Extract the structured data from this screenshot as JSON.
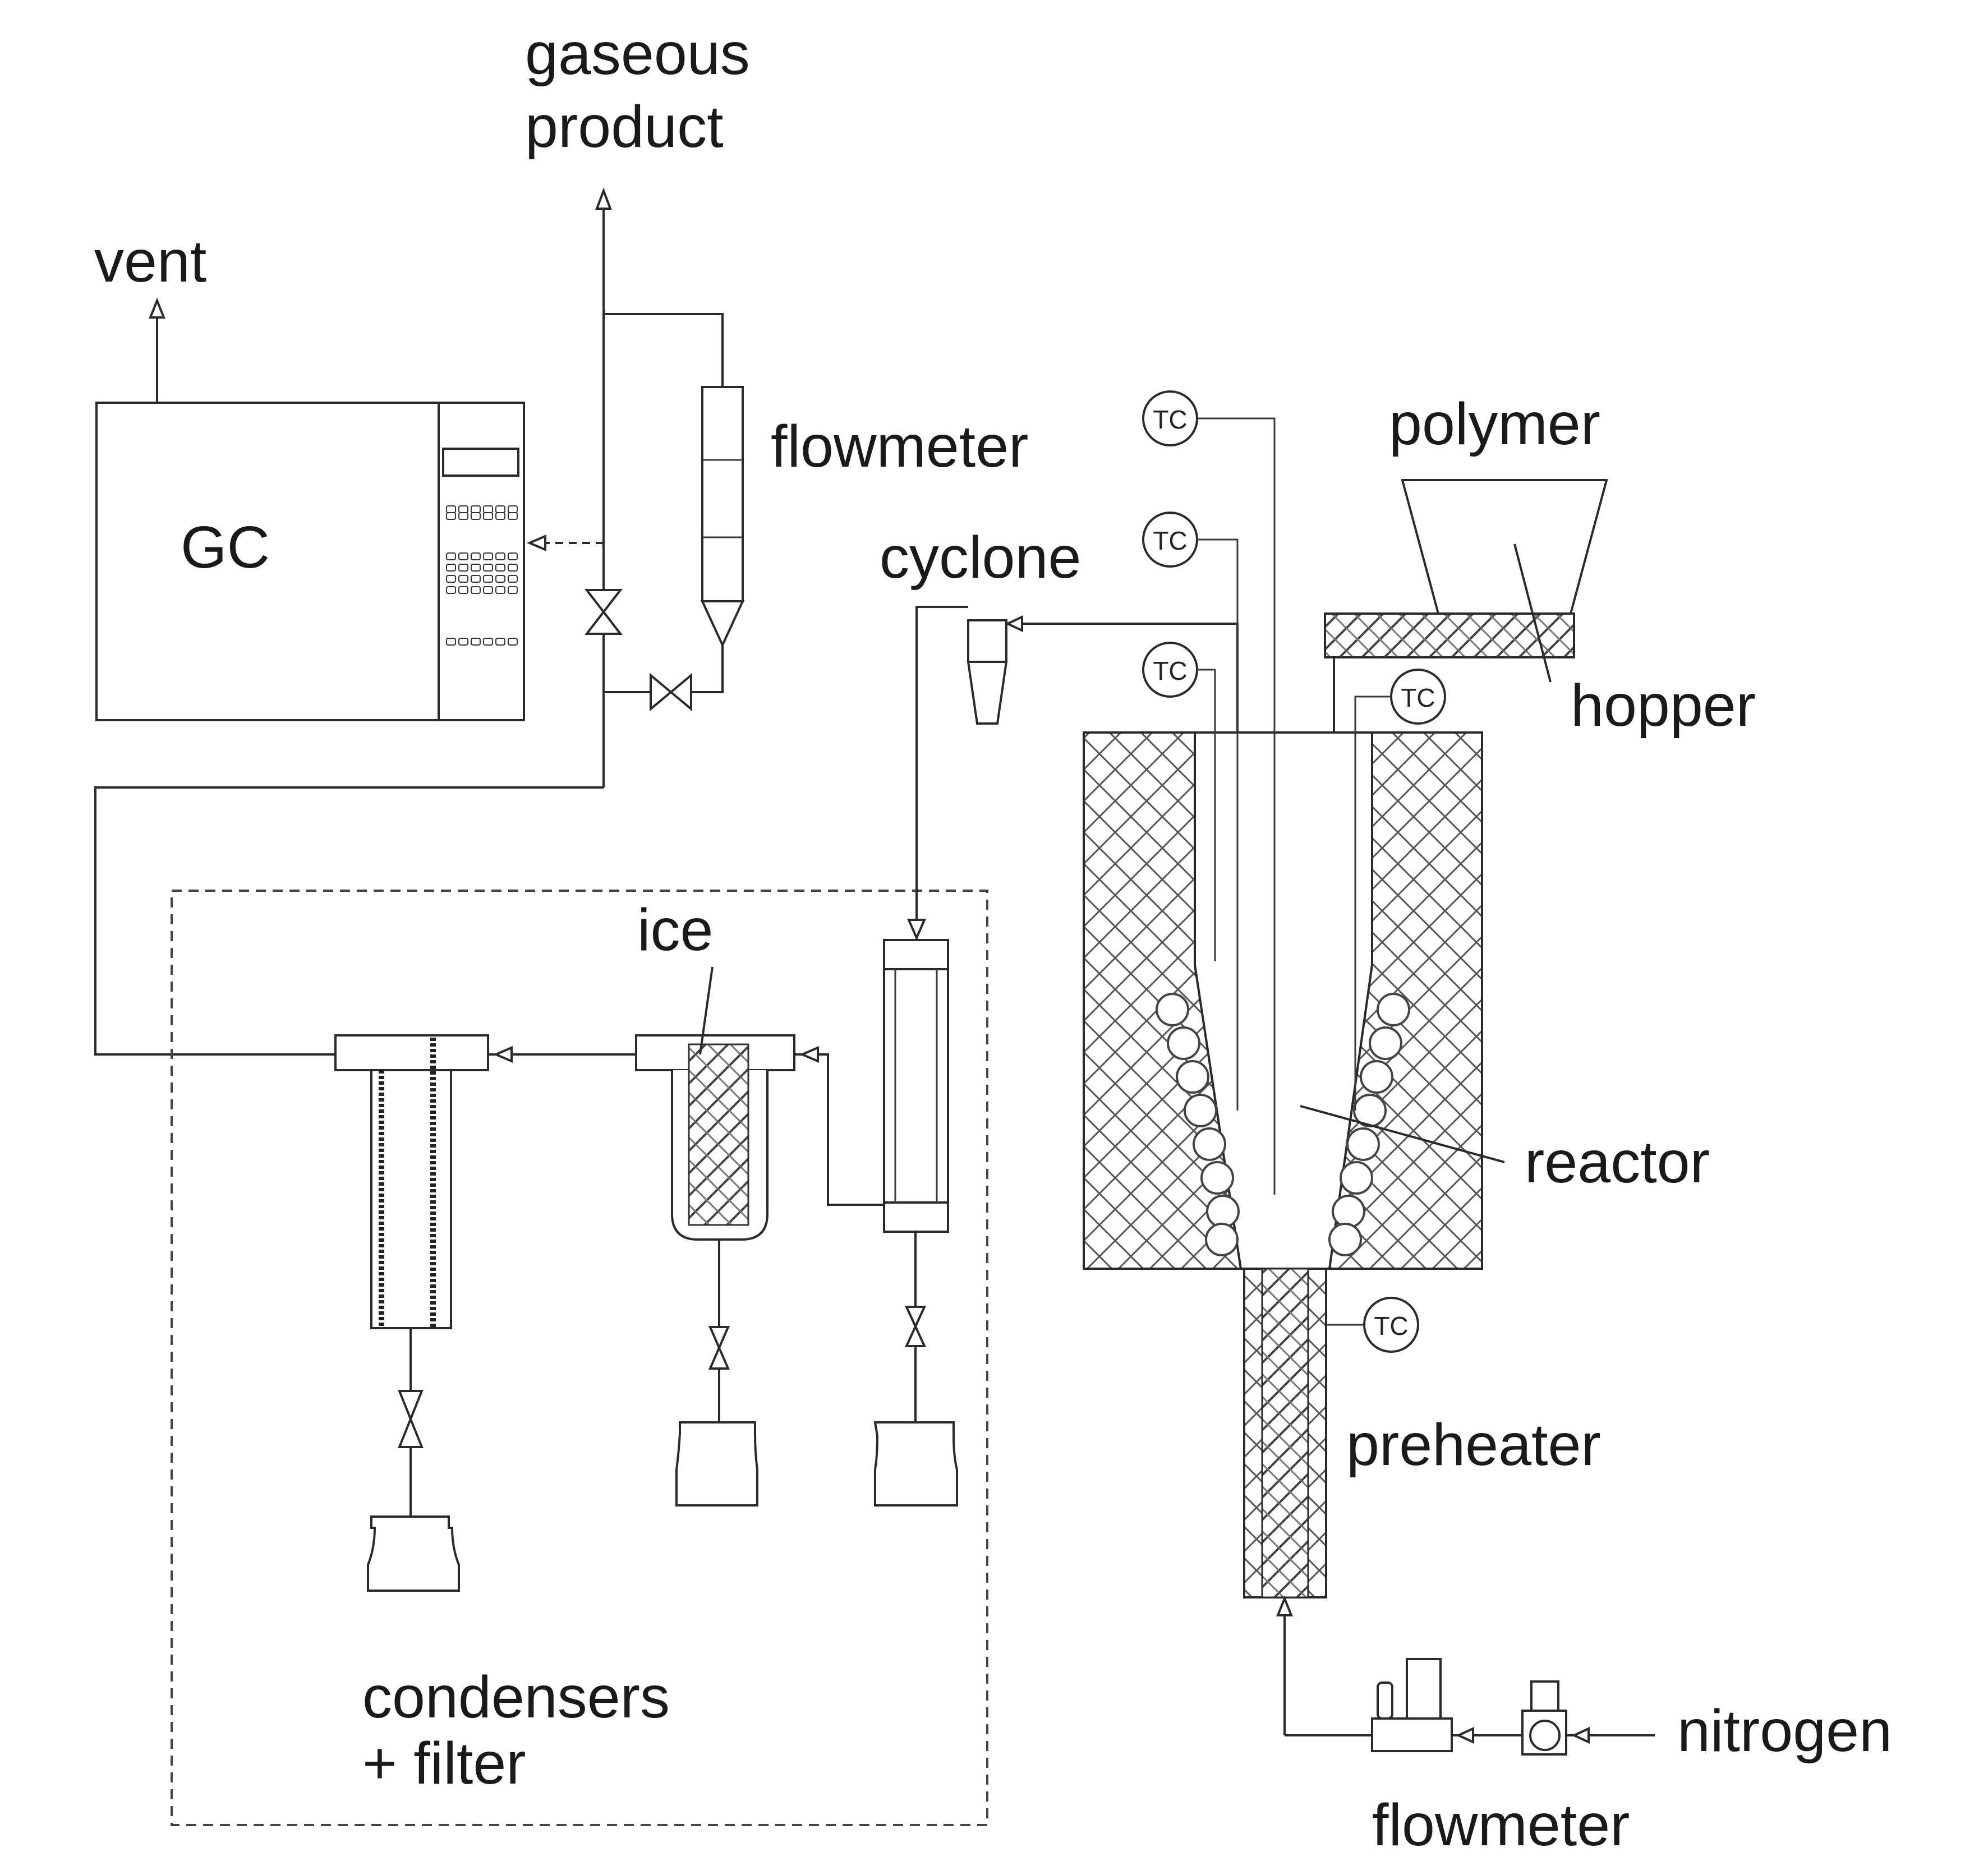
{
  "labels": {
    "gaseous_product_line1": "gaseous",
    "gaseous_product_line2": "product",
    "vent": "vent",
    "gc": "GC",
    "flowmeter_top": "flowmeter",
    "cyclone": "cyclone",
    "polymer": "polymer",
    "hopper": "hopper",
    "ice": "ice",
    "reactor": "reactor",
    "preheater": "preheater",
    "condensers_line1": "condensers",
    "condensers_line2": "+ filter",
    "nitrogen": "nitrogen",
    "flowmeter_bottom": "flowmeter",
    "thermocouple": "TC"
  }
}
